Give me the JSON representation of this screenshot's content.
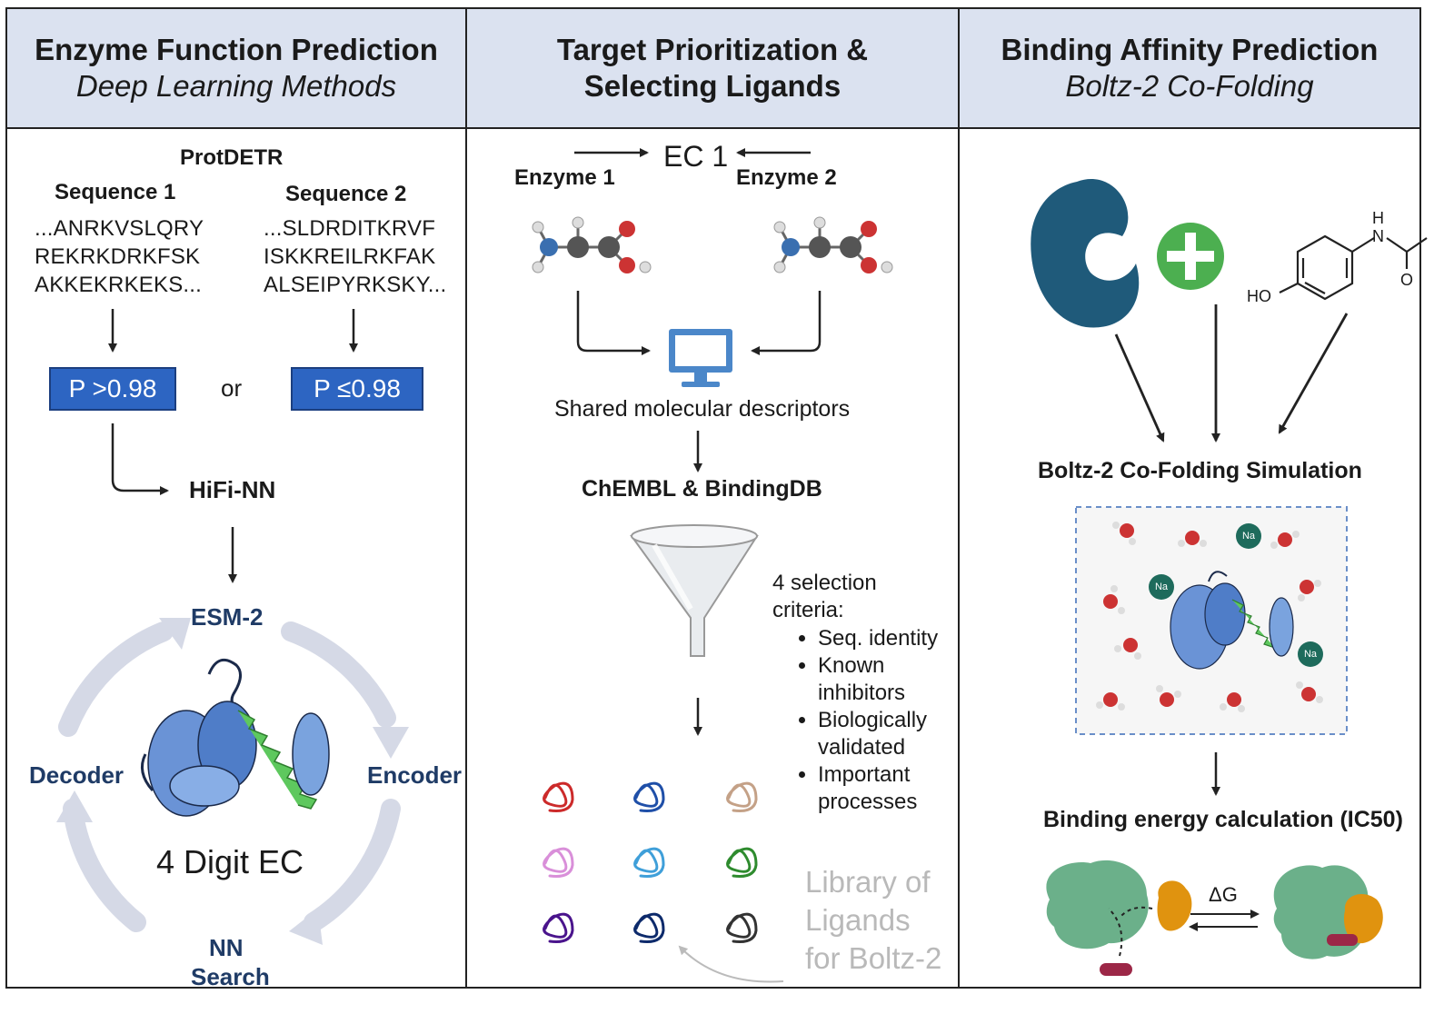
{
  "panels": [
    {
      "title": "Enzyme Function Prediction",
      "subtitle": "Deep Learning Methods",
      "model": "ProtDETR",
      "sequences": [
        {
          "label": "Sequence 1",
          "lines": [
            "...ANRKVSLQRY",
            "REKRKDRKFSK",
            "AKKEKRKEKS..."
          ]
        },
        {
          "label": "Sequence 2",
          "lines": [
            "...SLDRDITKRVF",
            "ISKKREILRKFAK",
            "ALSEIPYRKSKY..."
          ]
        }
      ],
      "prob_high": "P >0.98",
      "or_text": "or",
      "prob_low": "P ≤0.98",
      "hifi": "HiFi-NN",
      "cycle": {
        "top": "ESM-2",
        "right": "Encoder",
        "bottom_1": "NN",
        "bottom_2": "Search",
        "left": "Decoder",
        "center": "4 Digit EC"
      }
    },
    {
      "title_1": "Target Prioritization &",
      "title_2": "Selecting Ligands",
      "ec": "EC 1",
      "enzyme_1": "Enzyme 1",
      "enzyme_2": "Enzyme 2",
      "shared": "Shared molecular descriptors",
      "databases": "ChEMBL & BindingDB",
      "criteria_header_1": "4 selection",
      "criteria_header_2": "criteria:",
      "criteria": [
        [
          "Seq. identity"
        ],
        [
          "Known",
          "inhibitors"
        ],
        [
          "Biologically",
          "validated"
        ],
        [
          "Important",
          "processes"
        ]
      ],
      "library_lines": [
        "Library of",
        "Ligands",
        "for Boltz-2"
      ]
    },
    {
      "title": "Binding Affinity Prediction",
      "subtitle": "Boltz-2 Co-Folding",
      "atom_h": "H",
      "atom_n": "N",
      "atom_o": "O",
      "atom_ho": "HO",
      "ion": "Na",
      "simulation": "Boltz-2 Co-Folding Simulation",
      "energy": "Binding energy calculation (IC50)",
      "delta_g": "ΔG"
    }
  ],
  "colors": {
    "header_bg": "#dbe2f0",
    "pbox": "#2d65c2",
    "navy_text": "#1f3b66",
    "protein_blue": "#1f5a7a",
    "plus_green": "#4caf50",
    "ligands": [
      "#cc2a2a",
      "#1f4fa8",
      "#c4a187",
      "#d98fd9",
      "#3f9fd9",
      "#2e8b2e",
      "#4a148c",
      "#0d2a6b",
      "#333333"
    ]
  }
}
